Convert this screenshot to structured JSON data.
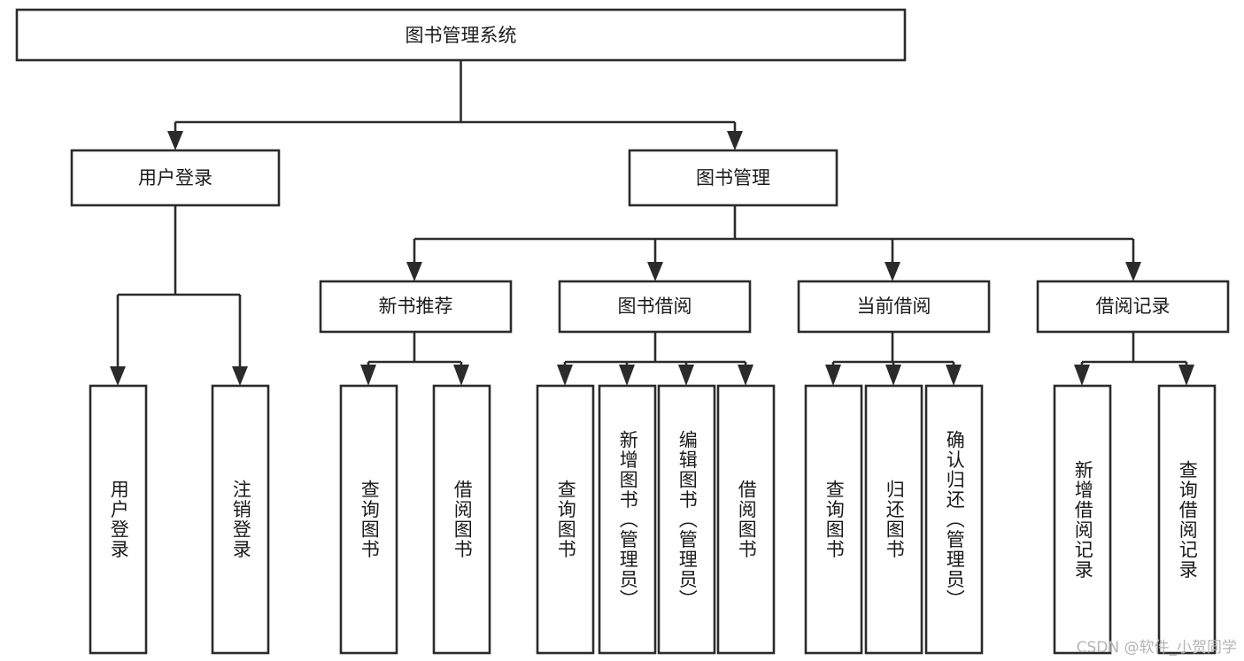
{
  "diagram": {
    "title": "图书管理系统",
    "type": "tree",
    "orientation": "top-down",
    "colors": {
      "box_fill": "#ffffff",
      "box_stroke": "#2b2b2b",
      "text": "#1a1a1a",
      "background": "#ffffff",
      "watermark": "#b4b4b4"
    },
    "root": {
      "id": "root",
      "label": "图书管理系统"
    },
    "level1": [
      {
        "id": "user-login",
        "label": "用户登录"
      },
      {
        "id": "book-management",
        "label": "图书管理"
      }
    ],
    "level2": [
      {
        "id": "new-book-recommend",
        "label": "新书推荐",
        "parent": "book-management"
      },
      {
        "id": "book-borrow",
        "label": "图书借阅",
        "parent": "book-management"
      },
      {
        "id": "current-borrow",
        "label": "当前借阅",
        "parent": "book-management"
      },
      {
        "id": "borrow-record",
        "label": "借阅记录",
        "parent": "book-management"
      }
    ],
    "leaves": [
      {
        "id": "leaf-user-login",
        "label": "用户登录",
        "parent": "user-login"
      },
      {
        "id": "leaf-user-logout",
        "label": "注销登录",
        "parent": "user-login"
      },
      {
        "id": "leaf-query-book-1",
        "label": "查询图书",
        "parent": "new-book-recommend"
      },
      {
        "id": "leaf-borrow-book-1",
        "label": "借阅图书",
        "parent": "new-book-recommend"
      },
      {
        "id": "leaf-query-book-2",
        "label": "查询图书",
        "parent": "book-borrow"
      },
      {
        "id": "leaf-add-book",
        "label": "新增图书（管理员）",
        "parent": "book-borrow"
      },
      {
        "id": "leaf-edit-book",
        "label": "编辑图书（管理员）",
        "parent": "book-borrow"
      },
      {
        "id": "leaf-borrow-book-2",
        "label": "借阅图书",
        "parent": "book-borrow"
      },
      {
        "id": "leaf-query-book-3",
        "label": "查询图书",
        "parent": "current-borrow"
      },
      {
        "id": "leaf-return-book",
        "label": "归还图书",
        "parent": "current-borrow"
      },
      {
        "id": "leaf-confirm-return",
        "label": "确认归还（管理员）",
        "parent": "current-borrow"
      },
      {
        "id": "leaf-add-record",
        "label": "新增借阅记录",
        "parent": "borrow-record"
      },
      {
        "id": "leaf-query-record",
        "label": "查询借阅记录",
        "parent": "borrow-record"
      }
    ]
  },
  "watermark": {
    "text": "CSDN @软件_小贺同学"
  }
}
